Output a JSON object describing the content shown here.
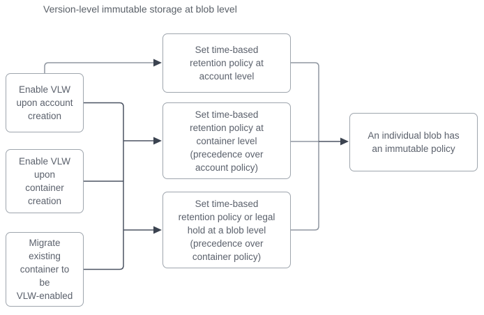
{
  "title": "Version-level immutable storage at blob level",
  "colors": {
    "connector_light": "#8f96a0",
    "connector_dark": "#4b5362",
    "arrowhead": "#3b4350",
    "node_border": "#9ea5ad",
    "node_text": "#5b616c",
    "title_text": "#5a6068",
    "background": "#ffffff"
  },
  "nodes": {
    "left": [
      {
        "label": "Enable VLW\nupon account\ncreation"
      },
      {
        "label": "Enable VLW\nupon\ncontainer\ncreation"
      },
      {
        "label": "Migrate\nexisting\ncontainer to\nbe\nVLW-enabled"
      }
    ],
    "middle": [
      {
        "label": "Set time-based\nretention policy at\naccount level"
      },
      {
        "label": "Set time-based\nretention policy at\ncontainer level\n(precedence over\naccount policy)"
      },
      {
        "label": "Set time-based\nretention policy or legal\nhold at a blob level\n(precedence over\ncontainer policy)"
      }
    ],
    "right": [
      {
        "label": "An individual blob has\nan immutable policy"
      }
    ]
  }
}
